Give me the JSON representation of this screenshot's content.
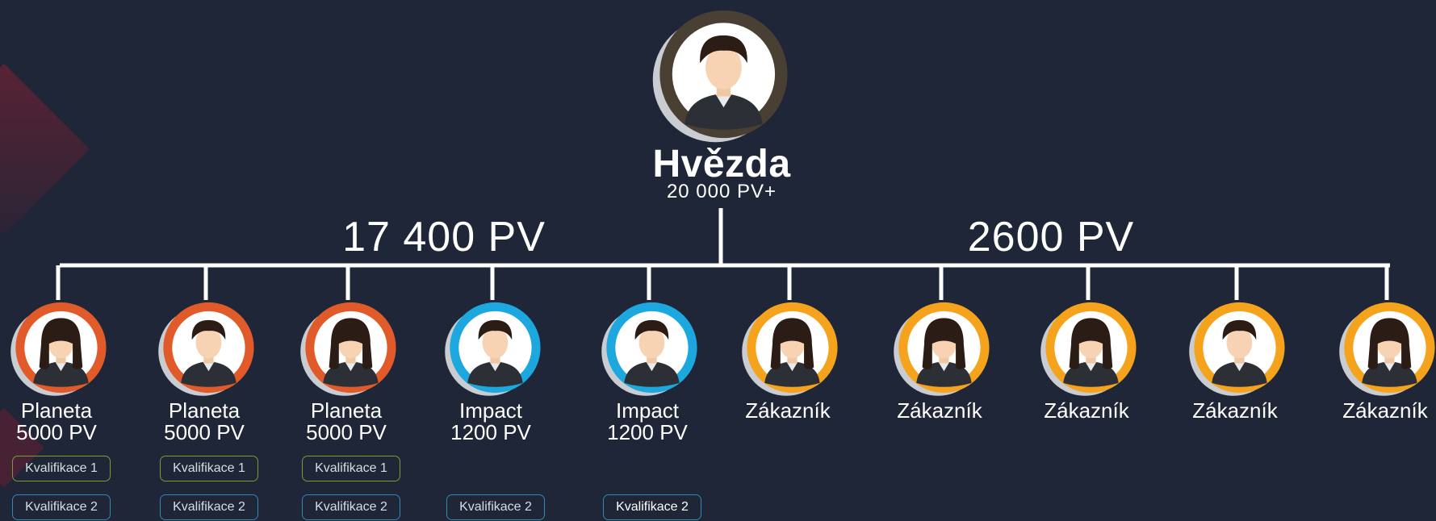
{
  "top": {
    "title": "Hvězda",
    "subtitle": "20 000 PV+",
    "avatar_icon": "male-avatar-icon",
    "ring_color": "#4a3f33"
  },
  "branches": {
    "left_total": "17 400 PV",
    "right_total": "2600 PV"
  },
  "members": [
    {
      "name": "Planeta",
      "pv": "5000 PV",
      "gender": "female",
      "ring": "#e05a2a",
      "badges": [
        "Kvalifikace 1",
        "Kvalifikace 2"
      ]
    },
    {
      "name": "Planeta",
      "pv": "5000 PV",
      "gender": "male",
      "ring": "#e05a2a",
      "badges": [
        "Kvalifikace 1",
        "Kvalifikace 2"
      ]
    },
    {
      "name": "Planeta",
      "pv": "5000 PV",
      "gender": "female",
      "ring": "#e05a2a",
      "badges": [
        "Kvalifikace 1",
        "Kvalifikace 2"
      ]
    },
    {
      "name": "Impact",
      "pv": "1200 PV",
      "gender": "male",
      "ring": "#1da7df",
      "badges": [
        "Kvalifikace 2"
      ]
    },
    {
      "name": "Impact",
      "pv": "1200 PV",
      "gender": "male",
      "ring": "#1da7df",
      "badges": [
        "Kvalifikace 2"
      ]
    },
    {
      "name": "Zákazník",
      "pv": "",
      "gender": "female",
      "ring": "#f5a31c",
      "badges": []
    },
    {
      "name": "Zákazník",
      "pv": "",
      "gender": "female",
      "ring": "#f5a31c",
      "badges": []
    },
    {
      "name": "Zákazník",
      "pv": "",
      "gender": "female",
      "ring": "#f5a31c",
      "badges": []
    },
    {
      "name": "Zákazník",
      "pv": "",
      "gender": "male",
      "ring": "#f5a31c",
      "badges": []
    },
    {
      "name": "Zákazník",
      "pv": "",
      "gender": "female",
      "ring": "#f5a31c",
      "badges": []
    }
  ]
}
